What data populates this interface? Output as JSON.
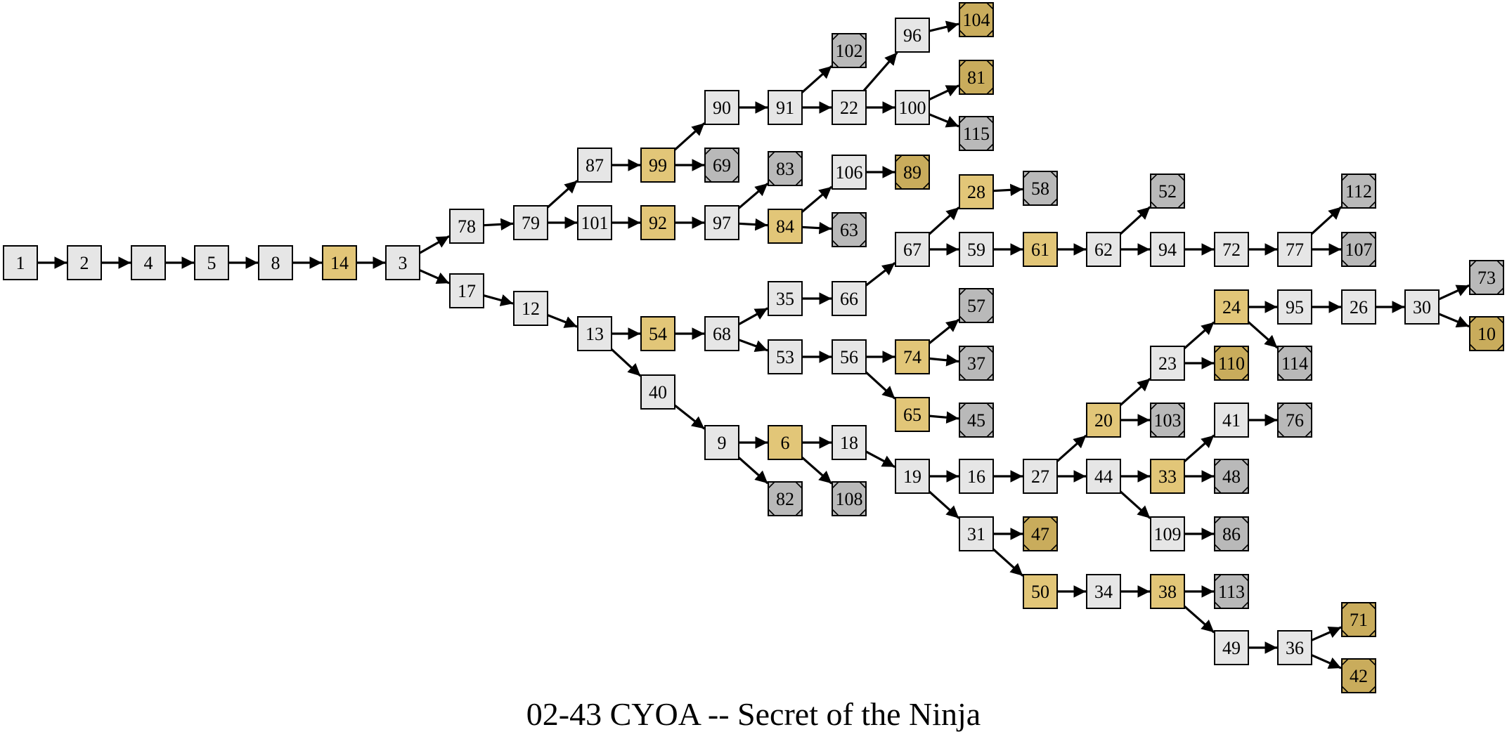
{
  "title": "02-43 CYOA -- Secret of the Ninja",
  "colors": {
    "normal_fill": "#e6e6e6",
    "highlight_fill": "#e2c678",
    "ending_bad_fill": "#b9b9b9",
    "ending_good_fill": "#c9ac5c",
    "stroke": "#000000"
  },
  "nodes": [
    {
      "id": "1",
      "type": "normal"
    },
    {
      "id": "2",
      "type": "normal"
    },
    {
      "id": "4",
      "type": "normal"
    },
    {
      "id": "5",
      "type": "normal"
    },
    {
      "id": "8",
      "type": "normal"
    },
    {
      "id": "14",
      "type": "highlight"
    },
    {
      "id": "3",
      "type": "normal"
    },
    {
      "id": "78",
      "type": "normal"
    },
    {
      "id": "17",
      "type": "normal"
    },
    {
      "id": "79",
      "type": "normal"
    },
    {
      "id": "12",
      "type": "normal"
    },
    {
      "id": "87",
      "type": "normal"
    },
    {
      "id": "101",
      "type": "normal"
    },
    {
      "id": "13",
      "type": "normal"
    },
    {
      "id": "99",
      "type": "highlight"
    },
    {
      "id": "92",
      "type": "highlight"
    },
    {
      "id": "54",
      "type": "highlight"
    },
    {
      "id": "40",
      "type": "normal"
    },
    {
      "id": "90",
      "type": "normal"
    },
    {
      "id": "69",
      "type": "ending_bad"
    },
    {
      "id": "97",
      "type": "normal"
    },
    {
      "id": "68",
      "type": "normal"
    },
    {
      "id": "9",
      "type": "normal"
    },
    {
      "id": "91",
      "type": "normal"
    },
    {
      "id": "83",
      "type": "ending_bad"
    },
    {
      "id": "84",
      "type": "highlight"
    },
    {
      "id": "35",
      "type": "normal"
    },
    {
      "id": "53",
      "type": "normal"
    },
    {
      "id": "6",
      "type": "highlight"
    },
    {
      "id": "82",
      "type": "ending_bad"
    },
    {
      "id": "102",
      "type": "ending_bad"
    },
    {
      "id": "22",
      "type": "normal"
    },
    {
      "id": "106",
      "type": "normal"
    },
    {
      "id": "63",
      "type": "ending_bad"
    },
    {
      "id": "66",
      "type": "normal"
    },
    {
      "id": "56",
      "type": "normal"
    },
    {
      "id": "18",
      "type": "normal"
    },
    {
      "id": "108",
      "type": "ending_bad"
    },
    {
      "id": "96",
      "type": "normal"
    },
    {
      "id": "100",
      "type": "normal"
    },
    {
      "id": "89",
      "type": "ending_good"
    },
    {
      "id": "67",
      "type": "normal"
    },
    {
      "id": "74",
      "type": "highlight"
    },
    {
      "id": "65",
      "type": "highlight"
    },
    {
      "id": "19",
      "type": "normal"
    },
    {
      "id": "104",
      "type": "ending_good"
    },
    {
      "id": "81",
      "type": "ending_good"
    },
    {
      "id": "115",
      "type": "ending_bad"
    },
    {
      "id": "28",
      "type": "highlight"
    },
    {
      "id": "59",
      "type": "normal"
    },
    {
      "id": "57",
      "type": "ending_bad"
    },
    {
      "id": "37",
      "type": "ending_bad"
    },
    {
      "id": "45",
      "type": "ending_bad"
    },
    {
      "id": "16",
      "type": "normal"
    },
    {
      "id": "31",
      "type": "normal"
    },
    {
      "id": "58",
      "type": "ending_bad"
    },
    {
      "id": "61",
      "type": "highlight"
    },
    {
      "id": "27",
      "type": "normal"
    },
    {
      "id": "47",
      "type": "ending_good"
    },
    {
      "id": "50",
      "type": "highlight"
    },
    {
      "id": "62",
      "type": "normal"
    },
    {
      "id": "20",
      "type": "highlight"
    },
    {
      "id": "44",
      "type": "normal"
    },
    {
      "id": "34",
      "type": "normal"
    },
    {
      "id": "52",
      "type": "ending_bad"
    },
    {
      "id": "94",
      "type": "normal"
    },
    {
      "id": "23",
      "type": "normal"
    },
    {
      "id": "103",
      "type": "ending_bad"
    },
    {
      "id": "33",
      "type": "highlight"
    },
    {
      "id": "109",
      "type": "normal"
    },
    {
      "id": "38",
      "type": "highlight"
    },
    {
      "id": "72",
      "type": "normal"
    },
    {
      "id": "24",
      "type": "highlight"
    },
    {
      "id": "110",
      "type": "ending_good"
    },
    {
      "id": "41",
      "type": "normal"
    },
    {
      "id": "48",
      "type": "ending_bad"
    },
    {
      "id": "86",
      "type": "ending_bad"
    },
    {
      "id": "113",
      "type": "ending_bad"
    },
    {
      "id": "49",
      "type": "normal"
    },
    {
      "id": "77",
      "type": "normal"
    },
    {
      "id": "95",
      "type": "normal"
    },
    {
      "id": "114",
      "type": "ending_bad"
    },
    {
      "id": "76",
      "type": "ending_bad"
    },
    {
      "id": "36",
      "type": "normal"
    },
    {
      "id": "112",
      "type": "ending_bad"
    },
    {
      "id": "107",
      "type": "ending_bad"
    },
    {
      "id": "26",
      "type": "normal"
    },
    {
      "id": "71",
      "type": "ending_good"
    },
    {
      "id": "42",
      "type": "ending_good"
    },
    {
      "id": "30",
      "type": "normal"
    },
    {
      "id": "73",
      "type": "ending_bad"
    },
    {
      "id": "10",
      "type": "ending_good"
    }
  ],
  "edges": [
    [
      "1",
      "2"
    ],
    [
      "2",
      "4"
    ],
    [
      "4",
      "5"
    ],
    [
      "5",
      "8"
    ],
    [
      "8",
      "14"
    ],
    [
      "14",
      "3"
    ],
    [
      "3",
      "78"
    ],
    [
      "3",
      "17"
    ],
    [
      "78",
      "79"
    ],
    [
      "17",
      "12"
    ],
    [
      "79",
      "87"
    ],
    [
      "79",
      "101"
    ],
    [
      "12",
      "13"
    ],
    [
      "87",
      "99"
    ],
    [
      "101",
      "92"
    ],
    [
      "13",
      "54"
    ],
    [
      "13",
      "40"
    ],
    [
      "99",
      "90"
    ],
    [
      "99",
      "69"
    ],
    [
      "92",
      "97"
    ],
    [
      "54",
      "68"
    ],
    [
      "40",
      "9"
    ],
    [
      "90",
      "91"
    ],
    [
      "97",
      "83"
    ],
    [
      "97",
      "84"
    ],
    [
      "68",
      "35"
    ],
    [
      "68",
      "53"
    ],
    [
      "9",
      "6"
    ],
    [
      "9",
      "82"
    ],
    [
      "91",
      "102"
    ],
    [
      "91",
      "22"
    ],
    [
      "84",
      "106"
    ],
    [
      "84",
      "63"
    ],
    [
      "35",
      "66"
    ],
    [
      "53",
      "56"
    ],
    [
      "6",
      "18"
    ],
    [
      "6",
      "108"
    ],
    [
      "22",
      "96"
    ],
    [
      "22",
      "100"
    ],
    [
      "106",
      "89"
    ],
    [
      "66",
      "67"
    ],
    [
      "56",
      "74"
    ],
    [
      "56",
      "65"
    ],
    [
      "18",
      "19"
    ],
    [
      "96",
      "104"
    ],
    [
      "100",
      "81"
    ],
    [
      "100",
      "115"
    ],
    [
      "67",
      "28"
    ],
    [
      "67",
      "59"
    ],
    [
      "74",
      "57"
    ],
    [
      "74",
      "37"
    ],
    [
      "65",
      "45"
    ],
    [
      "19",
      "16"
    ],
    [
      "19",
      "31"
    ],
    [
      "28",
      "58"
    ],
    [
      "59",
      "61"
    ],
    [
      "16",
      "27"
    ],
    [
      "31",
      "47"
    ],
    [
      "31",
      "50"
    ],
    [
      "61",
      "62"
    ],
    [
      "27",
      "20"
    ],
    [
      "27",
      "44"
    ],
    [
      "50",
      "34"
    ],
    [
      "62",
      "52"
    ],
    [
      "62",
      "94"
    ],
    [
      "20",
      "23"
    ],
    [
      "20",
      "103"
    ],
    [
      "44",
      "33"
    ],
    [
      "44",
      "109"
    ],
    [
      "34",
      "38"
    ],
    [
      "94",
      "72"
    ],
    [
      "23",
      "24"
    ],
    [
      "23",
      "110"
    ],
    [
      "33",
      "41"
    ],
    [
      "33",
      "48"
    ],
    [
      "109",
      "86"
    ],
    [
      "38",
      "113"
    ],
    [
      "38",
      "49"
    ],
    [
      "72",
      "77"
    ],
    [
      "24",
      "95"
    ],
    [
      "24",
      "114"
    ],
    [
      "41",
      "76"
    ],
    [
      "49",
      "36"
    ],
    [
      "77",
      "112"
    ],
    [
      "77",
      "107"
    ],
    [
      "95",
      "26"
    ],
    [
      "36",
      "71"
    ],
    [
      "36",
      "42"
    ],
    [
      "26",
      "30"
    ],
    [
      "30",
      "73"
    ],
    [
      "30",
      "10"
    ]
  ]
}
